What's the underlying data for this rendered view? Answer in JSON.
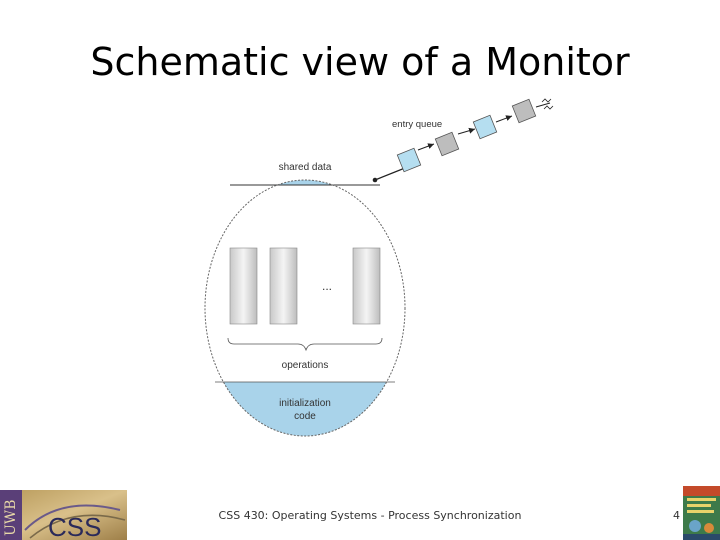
{
  "slide": {
    "title": "Schematic view of a Monitor",
    "footer": "CSS 430: Operating Systems - Process Synchronization",
    "page_number": "4"
  },
  "diagram": {
    "entry_queue_label": "entry queue",
    "shared_data_label": "shared data",
    "ellipsis": "...",
    "operations_label": "operations",
    "initialization_label_line1": "initialization",
    "initialization_label_line2": "code"
  },
  "logos": {
    "left_text": "CSS",
    "left_side_text": "UWB"
  },
  "colors": {
    "section_fill": "#a9d3ea",
    "queue_fill": "#b5def0",
    "queue_grey": "#bdbdbd"
  }
}
